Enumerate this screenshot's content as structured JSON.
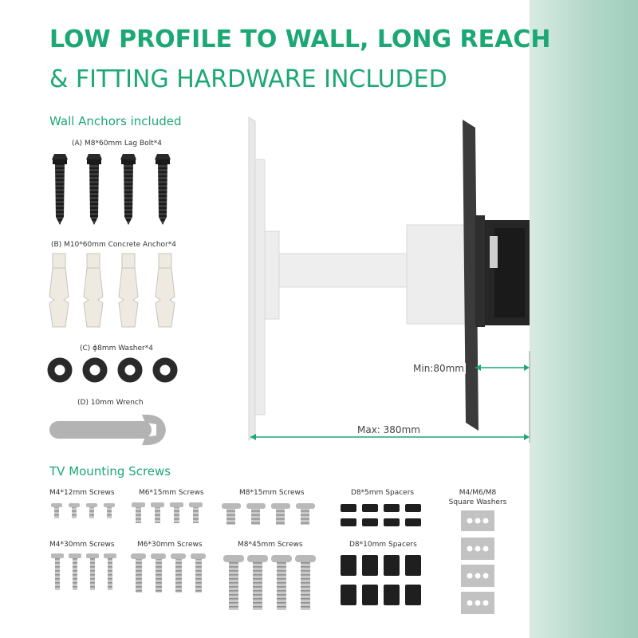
{
  "title": {
    "line1": "LOW PROFILE TO WALL, LONG REACH",
    "line2": "& FITTING HARDWARE INCLUDED"
  },
  "colors": {
    "accent": "#1ca874",
    "wall": "#b6d9cb",
    "hardware_dark": "#2a2a2a",
    "hardware_light": "#b5b5b5"
  },
  "wall_anchors": {
    "heading": "Wall Anchors included",
    "items": [
      {
        "label": "(A) M8*60mm Lag Bolt*4"
      },
      {
        "label": "(B) M10*60mm Concrete Anchor*4"
      },
      {
        "label": "(C) ϕ8mm Washer*4"
      },
      {
        "label": "(D) 10mm Wrench"
      }
    ]
  },
  "mount_diagram": {
    "min_label": "Min:80mm",
    "max_label": "Max: 380mm"
  },
  "tv_screws": {
    "heading": "TV Mounting Screws",
    "groups": [
      {
        "label": "M4*12mm Screws"
      },
      {
        "label": "M6*15mm Screws"
      },
      {
        "label": "M8*15mm Screws"
      },
      {
        "label": "D8*5mm Spacers"
      },
      {
        "label": "M4/M6/M8"
      },
      {
        "label": "Square Washers"
      },
      {
        "label": "M4*30mm Screws"
      },
      {
        "label": "M6*30mm Screws"
      },
      {
        "label": "M8*45mm Screws"
      },
      {
        "label": "D8*10mm Spacers"
      }
    ]
  }
}
